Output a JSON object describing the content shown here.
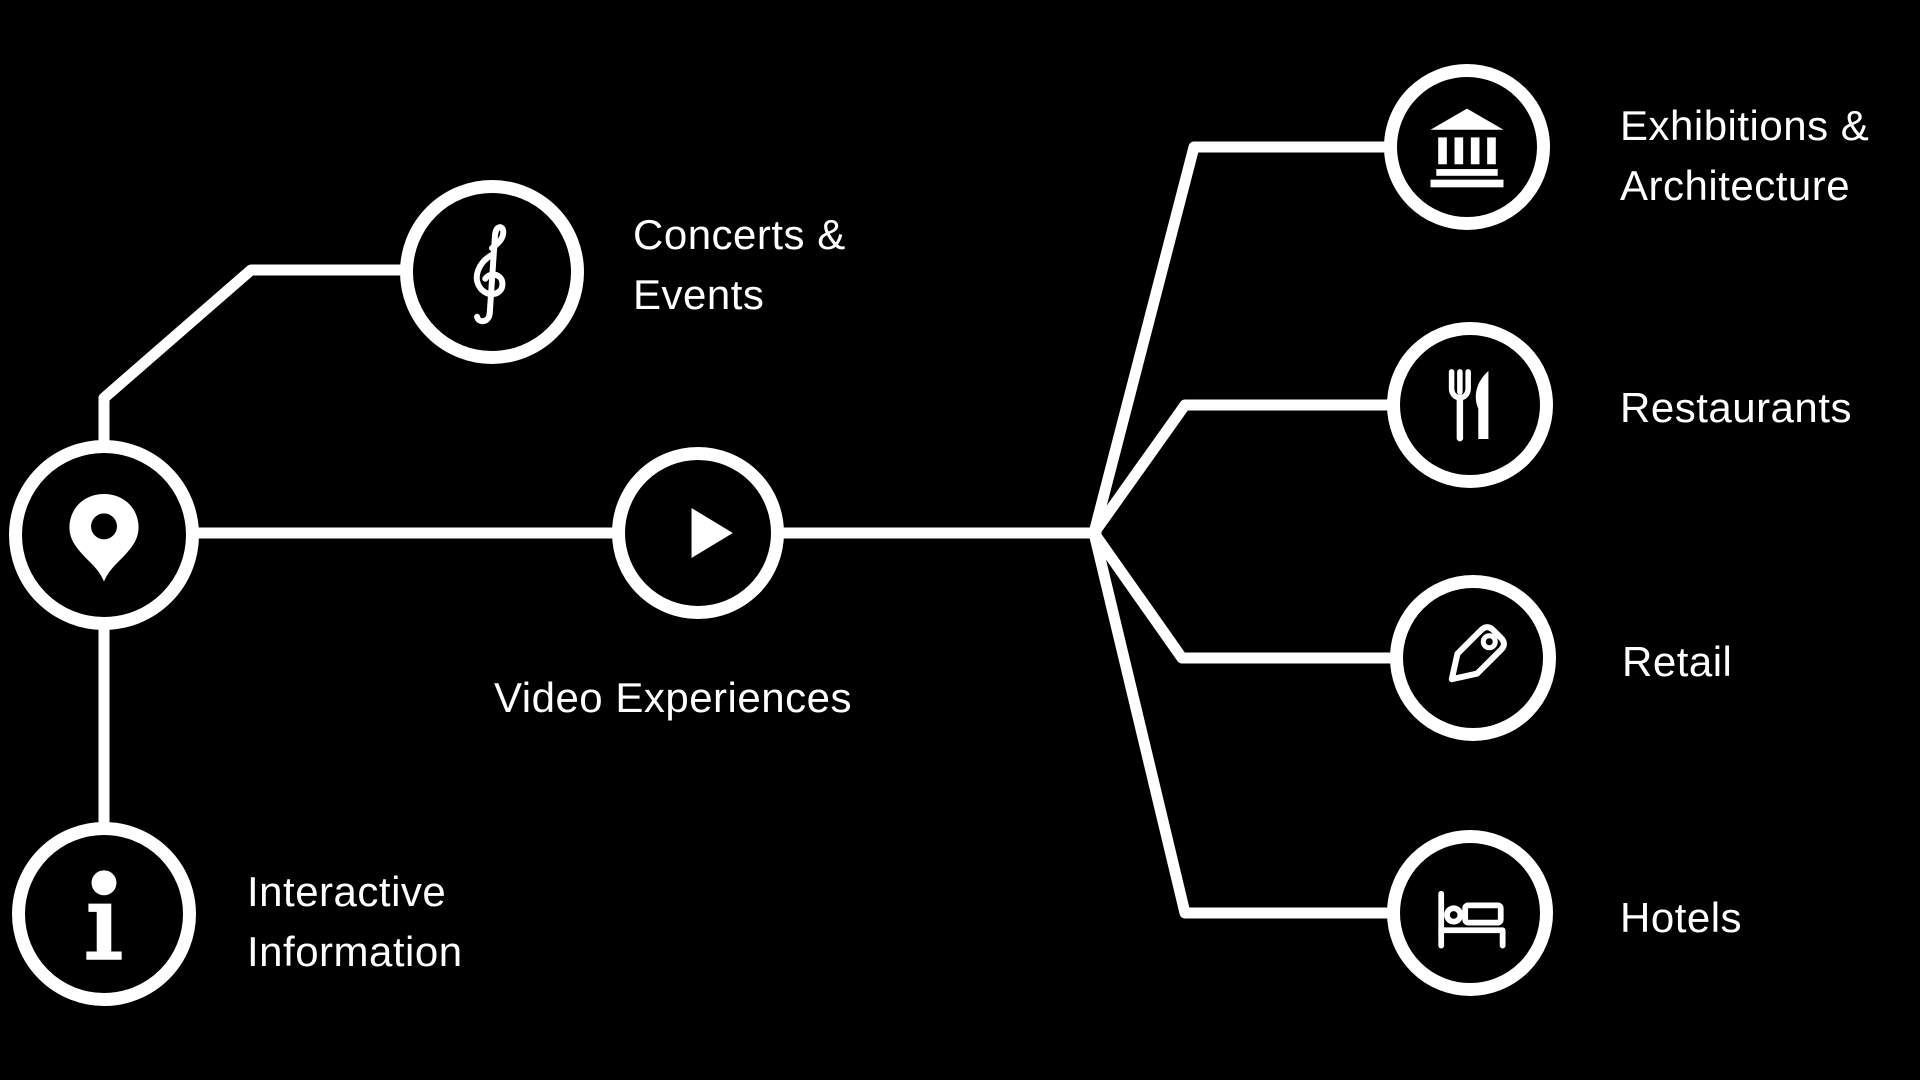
{
  "colors": {
    "background": "#000000",
    "foreground": "#ffffff"
  },
  "labels": {
    "concerts": "Concerts & Events",
    "video": "Video Experiences",
    "interactive": "Interactive Information",
    "exhibitions": "Exhibitions & Architecture",
    "restaurants": "Restaurants",
    "retail": "Retail",
    "hotels": "Hotels"
  },
  "nodes": [
    {
      "id": "location",
      "icon": "map-pin-icon"
    },
    {
      "id": "concerts",
      "icon": "treble-clef-icon"
    },
    {
      "id": "video",
      "icon": "play-icon"
    },
    {
      "id": "info",
      "icon": "info-icon"
    },
    {
      "id": "exhibitions",
      "icon": "museum-icon"
    },
    {
      "id": "restaurants",
      "icon": "fork-knife-icon"
    },
    {
      "id": "retail",
      "icon": "price-tag-icon"
    },
    {
      "id": "hotels",
      "icon": "bed-icon"
    }
  ],
  "edges": [
    {
      "from": "location",
      "to": "concerts"
    },
    {
      "from": "location",
      "to": "video"
    },
    {
      "from": "location",
      "to": "info"
    },
    {
      "from": "video",
      "to": "exhibitions"
    },
    {
      "from": "video",
      "to": "restaurants"
    },
    {
      "from": "video",
      "to": "retail"
    },
    {
      "from": "video",
      "to": "hotels"
    }
  ]
}
